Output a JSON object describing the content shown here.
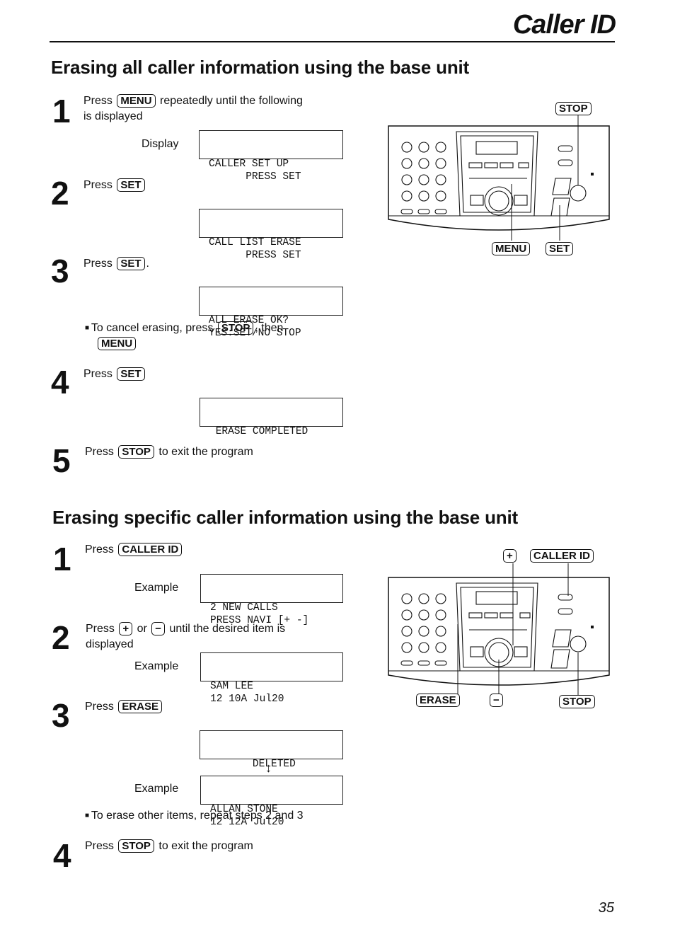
{
  "header": {
    "title": "Caller ID"
  },
  "section1": {
    "title": "Erasing all caller information using the base unit",
    "step1": {
      "num": "1",
      "press": "Press",
      "key": "MENU",
      "text_a": "repeatedly until the following",
      "text_b": "is displayed",
      "display_label": "Display",
      "lcd": [
        "CALLER SET UP",
        "      PRESS SET"
      ]
    },
    "step2": {
      "num": "2",
      "press": "Press",
      "key": "SET",
      "lcd": [
        "CALL LIST ERASE",
        "      PRESS SET"
      ]
    },
    "step3": {
      "num": "3",
      "press": "Press",
      "key": "SET",
      "period": ".",
      "lcd": [
        "ALL ERASE OK?",
        "YES:SET/NO STOP"
      ],
      "note_a": "To cancel erasing, press",
      "note_key1": "STOP",
      "note_b": ", then",
      "note_key2": "MENU"
    },
    "step4": {
      "num": "4",
      "press": "Press",
      "key": "SET",
      "lcd": [
        " ERASE COMPLETED"
      ]
    },
    "step5": {
      "num": "5",
      "press": "Press",
      "key": "STOP",
      "text": "to exit the program"
    },
    "diagram": {
      "stop": "STOP",
      "menu": "MENU",
      "set": "SET"
    }
  },
  "section2": {
    "title": "Erasing specific caller information using the base unit",
    "step1": {
      "num": "1",
      "press": "Press",
      "key": "CALLER ID",
      "example": "Example",
      "lcd": [
        "2 NEW CALLS",
        "PRESS NAVI [+ -]"
      ]
    },
    "step2": {
      "num": "2",
      "press": "Press",
      "plus": "+",
      "or": "or",
      "minus": "−",
      "text_a": "until the desired item is",
      "text_b": "displayed",
      "example": "Example",
      "lcd": [
        "SAM LEE",
        "12 10A Jul20"
      ]
    },
    "step3": {
      "num": "3",
      "press": "Press",
      "key": "ERASE",
      "lcd_deleted": [
        "       DELETED"
      ],
      "arrow": "↓",
      "example": "Example",
      "lcd": [
        "ALLAN STONE",
        "12 12A Jul20"
      ],
      "note": "To erase other items, repeat steps 2 and 3"
    },
    "step4": {
      "num": "4",
      "press": "Press",
      "key": "STOP",
      "text": "to exit the program"
    },
    "diagram": {
      "plus": "+",
      "caller_id": "CALLER ID",
      "erase": "ERASE",
      "minus": "−",
      "stop": "STOP"
    }
  },
  "page_number": "35"
}
